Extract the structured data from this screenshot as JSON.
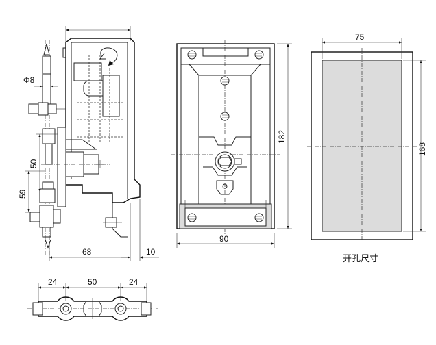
{
  "side_view": {
    "dim_phi": "Φ8",
    "dim_50": "50",
    "dim_59": "59",
    "dim_68": "68",
    "dim_10": "10"
  },
  "front_view": {
    "dim_width": "90",
    "dim_height": "182"
  },
  "cutout_view": {
    "dim_width": "75",
    "dim_height": "168",
    "caption": "开孔尺寸"
  },
  "bottom_view": {
    "dim_left": "24",
    "dim_mid": "50",
    "dim_right": "24"
  },
  "colors": {
    "line": "#222222",
    "fill_grey": "#dcdcdc"
  }
}
